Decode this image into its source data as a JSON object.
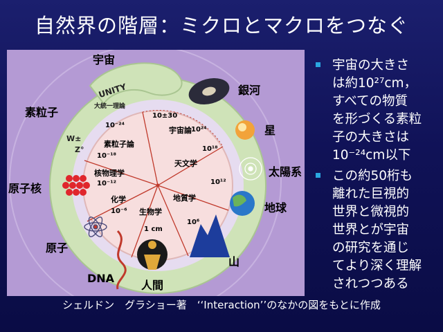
{
  "title": "自然界の階層：ミクロとマクロをつなぐ",
  "footer": "シェルドン　グラショー著　‘‘Interaction’’のなかの図をもとに作成",
  "bullets": [
    "宇宙の大きさは約10²⁷cm，すべての物質を形づくる素粒子の大きさは10⁻²⁴cm以下",
    "この約50桁も離れた巨視的世界と微視的世界とが宇宙の研究を通じてより深く理解されつつある"
  ],
  "bullet_lines": [
    [
      "宇宙の大きさ",
      "は約10²⁷cm，",
      "すべての物質",
      "を形づくる素粒",
      "子の大きさは",
      "10⁻²⁴cm以下"
    ],
    [
      "この約50桁も",
      "離れた巨視的",
      "世界と微視的",
      "世界とが宇宙",
      "の研究を通じ",
      "てより深く理解",
      "されつつある"
    ]
  ],
  "ring_labels": {
    "universe": "宇宙",
    "galaxy": "銀河",
    "star": "星",
    "solar_system": "太陽系",
    "earth": "地球",
    "mountain": "山",
    "human": "人間",
    "dna": "DNA",
    "atom": "原子",
    "nucleus": "原子核",
    "elementary_particle": "素粒子",
    "unity": "UNITY",
    "grand_unification": "大統一理論",
    "wz": "W±\nZ°"
  },
  "wheel": {
    "sectors": [
      "宇宙論",
      "天文学",
      "地質学",
      "生物学",
      "化学",
      "核物理学",
      "素粒子論"
    ],
    "scales": {
      "top": "10±30",
      "cosmology": "10²⁴",
      "astronomy_a": "10¹⁸",
      "astronomy_b": "10¹²",
      "geology": "10⁶",
      "biology": "1 cm",
      "chemistry": "10⁻⁶",
      "nuclear": "10⁻¹²",
      "particle_a": "10⁻¹⁸",
      "particle_b": "10⁻²⁴"
    }
  },
  "colors": {
    "background": "#101257",
    "panel": "#b49ad4",
    "ring": "#cfe3b8",
    "wheel": "#f7dede",
    "spokes": "#c0392b",
    "bullet": "#2aa7e0"
  }
}
